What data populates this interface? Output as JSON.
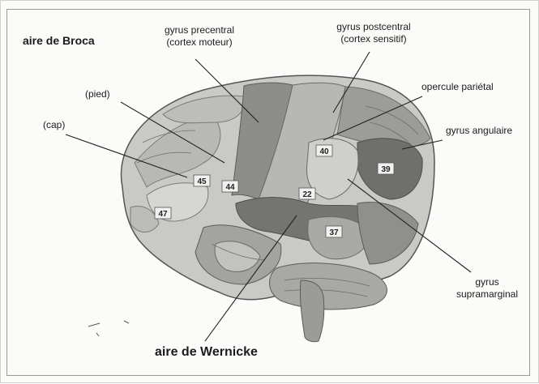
{
  "labels": {
    "broca": "aire de Broca",
    "precentral_1": "gyrus precentral",
    "precentral_2": "(cortex moteur)",
    "postcentral_1": "gyrus postcentral",
    "postcentral_2": "(cortex sensitif)",
    "pied": "(pied)",
    "cap": "(cap)",
    "opercule": "opercule pariétal",
    "angulaire": "gyrus angulaire",
    "supramarginal_1": "gyrus",
    "supramarginal_2": "supramarginal",
    "wernicke": "aire de Wernicke"
  },
  "areas": {
    "a45": "45",
    "a44": "44",
    "a47": "47",
    "a22": "22",
    "a40": "40",
    "a39": "39",
    "a37": "37"
  },
  "colors": {
    "brain_light": "#c9c9c6",
    "brain_mid": "#a3a3a0",
    "brain_dark": "#6f6f6c",
    "motor_strip": "#8d8d8a",
    "sensory_strip": "#b7b7b4",
    "wernicke_zone": "#747471",
    "line": "#222222"
  }
}
